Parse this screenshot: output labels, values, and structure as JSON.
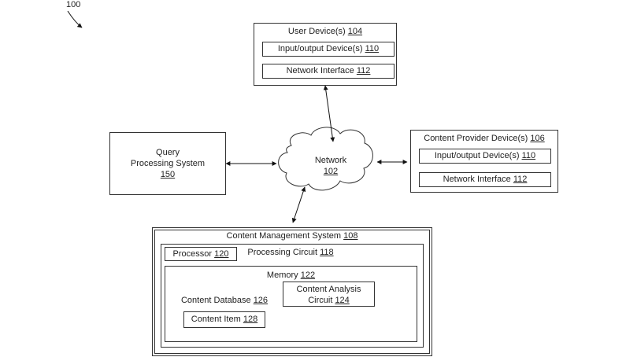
{
  "figure_ref": "100",
  "user_device": {
    "title": "User Device(s)",
    "ref": "104",
    "io": "Input/output Device(s)",
    "io_ref": "110",
    "net": "Network Interface",
    "net_ref": "112"
  },
  "network": {
    "title": "Network",
    "ref": "102"
  },
  "query_system": {
    "line1": "Query",
    "line2": "Processing System",
    "ref": "150"
  },
  "content_provider": {
    "title": "Content Provider Device(s)",
    "ref": "106",
    "io": "Input/output Device(s)",
    "io_ref": "110",
    "net": "Network Interface",
    "net_ref": "112"
  },
  "cms": {
    "title": "Content Management System",
    "ref": "108",
    "processor": "Processor",
    "processor_ref": "120",
    "processing_circuit": "Processing Circuit",
    "processing_circuit_ref": "118",
    "memory": "Memory",
    "memory_ref": "122",
    "database": "Content Database",
    "database_ref": "126",
    "item": "Content Item",
    "item_ref": "128",
    "analysis_line1": "Content Analysis",
    "analysis_line2": "Circuit",
    "analysis_ref": "124"
  }
}
